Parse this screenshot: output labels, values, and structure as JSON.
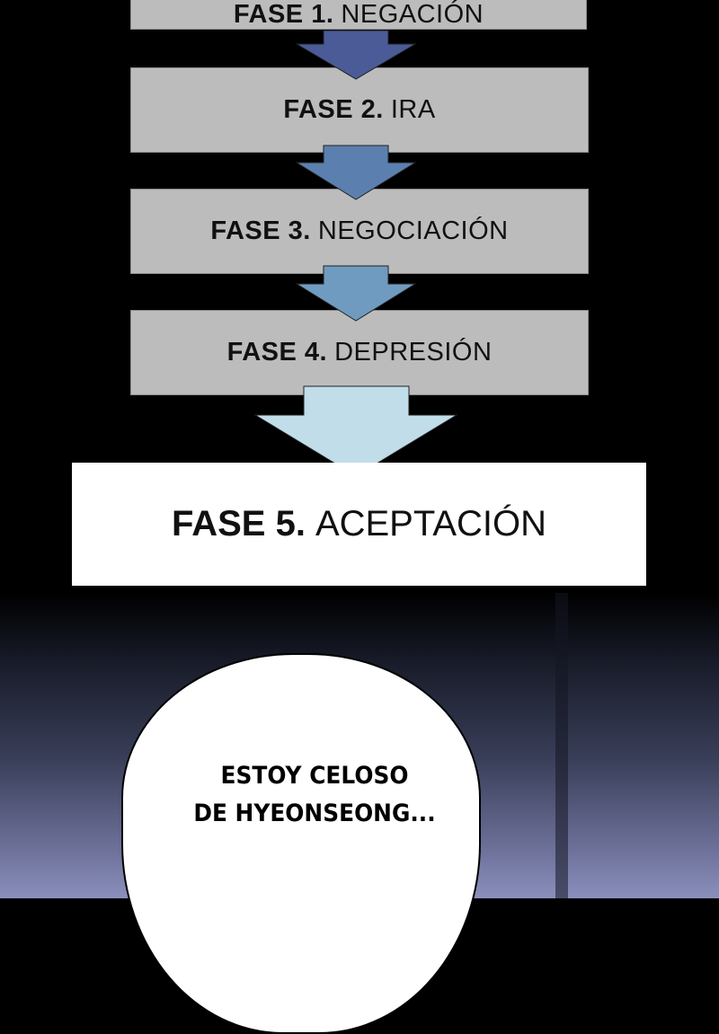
{
  "stages": [
    {
      "num": "FASE 1.",
      "name": "NEGACIÓN"
    },
    {
      "num": "FASE 2.",
      "name": "IRA"
    },
    {
      "num": "FASE 3.",
      "name": "NEGOCIACIÓN"
    },
    {
      "num": "FASE 4.",
      "name": "DEPRESIÓN"
    },
    {
      "num": "FASE 5.",
      "name": "ACEPTACIÓN"
    }
  ],
  "arrow_colors": [
    "#4a5b98",
    "#5b80b0",
    "#6f9bc0",
    "#c0dde9"
  ],
  "speech_bubble": {
    "line1": "ESTOY CELOSO",
    "line2": "DE HYEONSEONG..."
  }
}
